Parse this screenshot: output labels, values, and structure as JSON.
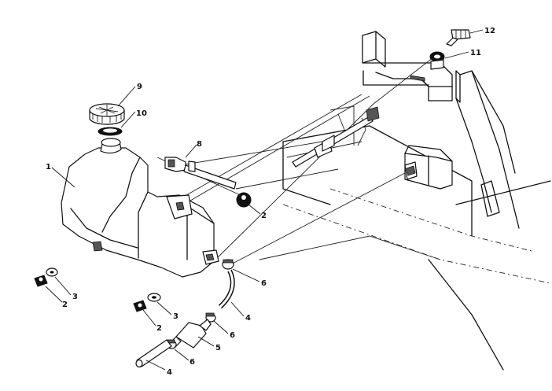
{
  "callouts": {
    "c1": "1",
    "c2a": "2",
    "c2b": "2",
    "c2c": "2",
    "c3a": "3",
    "c3b": "3",
    "c4a": "4",
    "c4b": "4",
    "c5": "5",
    "c6a": "6",
    "c6b": "6",
    "c6c": "6",
    "c8": "8",
    "c9": "9",
    "c10": "10",
    "c11": "11",
    "c12": "12"
  }
}
